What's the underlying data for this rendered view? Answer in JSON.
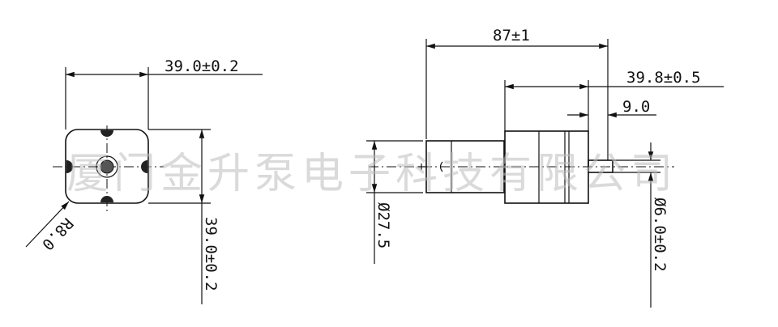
{
  "watermark": "厦门金升泵电子科技有限公司",
  "front_view": {
    "width_dim": "39.0±0.2",
    "height_dim": "39.0±0.2",
    "corner_radius_dim": "R8.0"
  },
  "side_view": {
    "overall_length_dim": "87±1",
    "pump_head_length_dim": "39.8±0.5",
    "shaft_length_dim": "9.0",
    "motor_diameter_dim": "Ø27.5",
    "shaft_diameter_dim": "Ø6.0±0.2"
  }
}
